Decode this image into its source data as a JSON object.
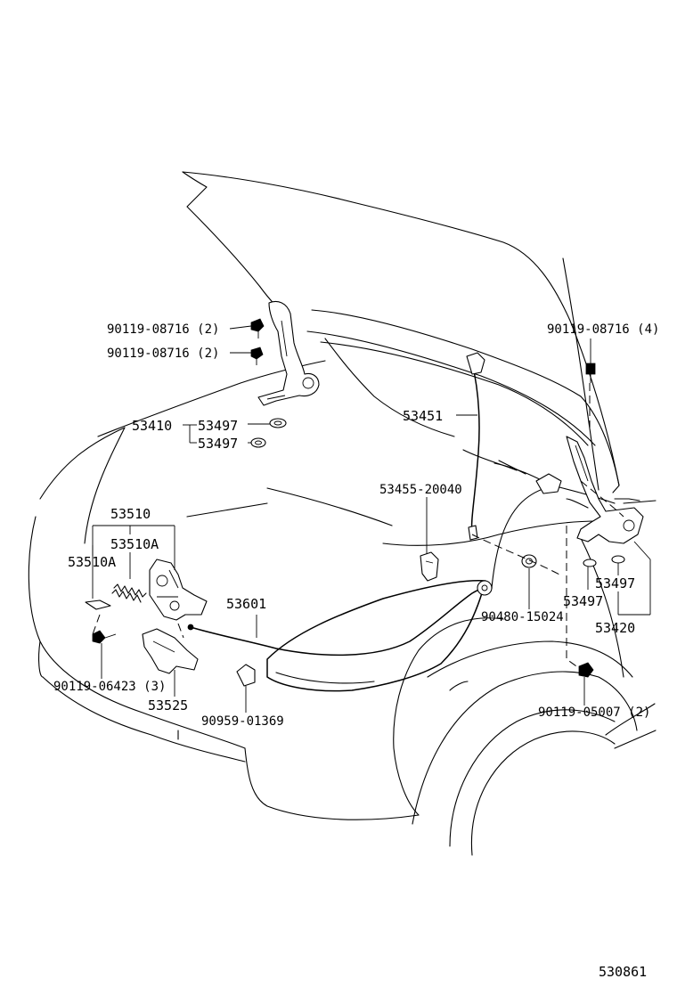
{
  "diagram": {
    "figure_number": "530861",
    "labels": {
      "bolt_hinge_top": "90119-08716 (2)",
      "bolt_hinge_mid": "90119-08716 (2)",
      "bolt_right_top": "90119-08716 (4)",
      "hinge_left": "53410",
      "cushion_1": "53497",
      "cushion_2": "53497",
      "support_rod": "53451",
      "rod_holder": "53455-20040",
      "lock_sub": "53510",
      "lock_sub_a": "53510A",
      "lock_sub_a_left": "53510A",
      "release_cable": "53601",
      "grommet": "90480-15024",
      "cushion_right_1": "53497",
      "cushion_right_2": "53497",
      "hinge_right": "53420",
      "bolt_lock": "90119-06423 (3)",
      "lock_support": "53525",
      "clip": "90959-01369",
      "bolt_fender": "90119-05007 (2)"
    }
  }
}
